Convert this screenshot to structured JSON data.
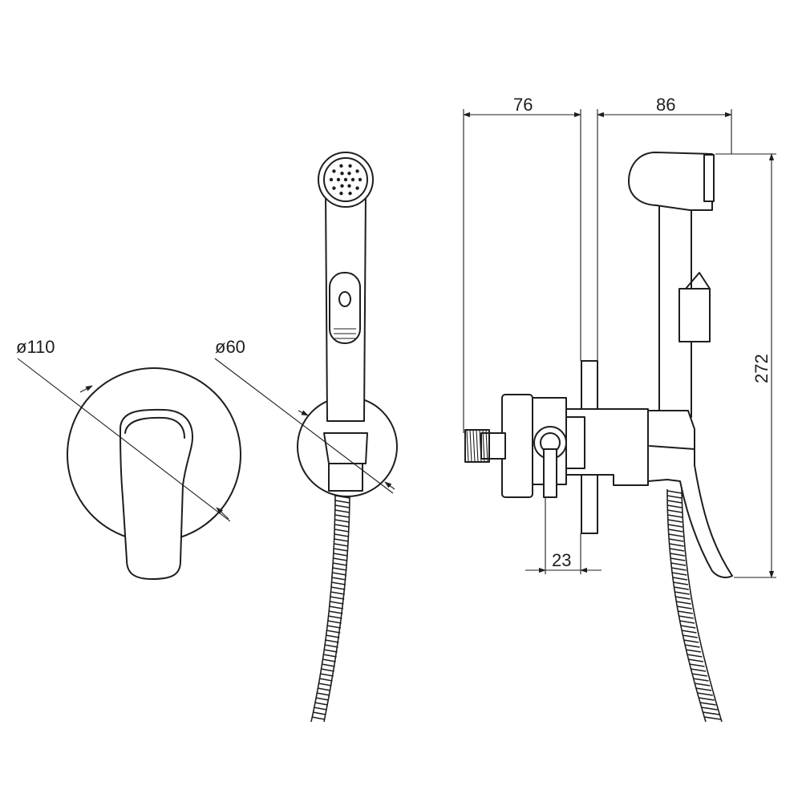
{
  "dimensions": {
    "d110": "ø110",
    "d60": "ø60",
    "w76": "76",
    "w86": "86",
    "h272": "272",
    "w23": "23"
  }
}
